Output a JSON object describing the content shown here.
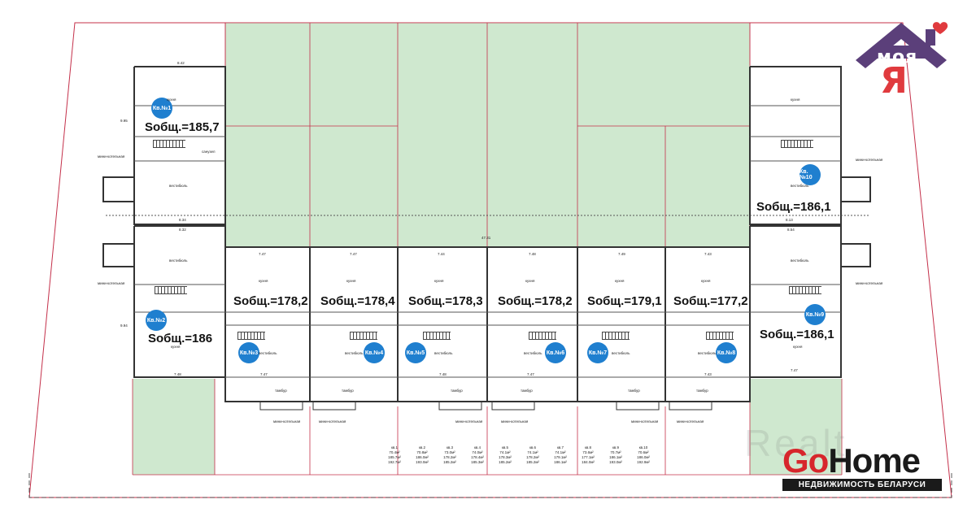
{
  "colors": {
    "lot_line": "#c4304a",
    "green": "#cfe8cf",
    "wall": "#333333",
    "badge": "#1f7fcf",
    "moya_house": "#5b3f7a",
    "moya_red": "#e03a3e",
    "gohome_red": "#d7262c"
  },
  "apartments": [
    {
      "badge": "Кв.№1",
      "area": "Sобщ.=185,7"
    },
    {
      "badge": "Кв.№2",
      "area": "Sобщ.=186"
    },
    {
      "badge": "Кв.№3",
      "area": "Sобщ.=178,2"
    },
    {
      "badge": "Кв.№4",
      "area": "Sобщ.=178,4"
    },
    {
      "badge": "Кв.№5",
      "area": "Sобщ.=178,3"
    },
    {
      "badge": "Кв.№6",
      "area": "Sобщ.=178,2"
    },
    {
      "badge": "Кв.№7",
      "area": "Sобщ.=179,1"
    },
    {
      "badge": "Кв.№8",
      "area": "Sобщ.=177,2"
    },
    {
      "badge": "Кв.№9",
      "area": "Sобщ.=186,1"
    },
    {
      "badge": "Кв.№10",
      "area": "Sобщ.=186,1"
    }
  ],
  "rooms": {
    "kitchen": "кухня",
    "vestibule": "вестибюль",
    "bathroom": "санузел",
    "vestibule_small": "тамбур",
    "boiler": "мини-котельная"
  },
  "dims": [
    "7.47",
    "7.48",
    "7.49",
    "7.46",
    "7.44",
    "7.43",
    "8.42",
    "8.34",
    "8.33",
    "8.32",
    "8.52",
    "8.54",
    "8.13",
    "47.31",
    "9.94",
    "9.95"
  ],
  "summary": [
    {
      "apt": "кв.1",
      "v1": "70.4м²",
      "v2": "185.7м²",
      "v3": "192.7м²"
    },
    {
      "apt": "кв.2",
      "v1": "70.8м²",
      "v2": "186.0м²",
      "v3": "193.0м²"
    },
    {
      "apt": "кв.3",
      "v1": "73.0м²",
      "v2": "178.2м²",
      "v3": "185.2м²"
    },
    {
      "apt": "кв.4",
      "v1": "74.0м²",
      "v2": "178.4м²",
      "v3": "185.3м²"
    },
    {
      "apt": "кв.5",
      "v1": "74.1м²",
      "v2": "178.3м²",
      "v3": "185.2м²"
    },
    {
      "apt": "кв.6",
      "v1": "74.1м²",
      "v2": "178.2м²",
      "v3": "185.2м²"
    },
    {
      "apt": "кв.7",
      "v1": "74.1м²",
      "v2": "179.1м²",
      "v3": "186.1м²"
    },
    {
      "apt": "кв.8",
      "v1": "73.6м²",
      "v2": "177.1м²",
      "v3": "184.0м²"
    },
    {
      "apt": "кв.9",
      "v1": "70.7м²",
      "v2": "186.1м²",
      "v3": "193.0м²"
    },
    {
      "apt": "кв.10",
      "v1": "70.6м²",
      "v2": "186.0м²",
      "v3": "192.9м²"
    }
  ],
  "logos": {
    "moya": "моя",
    "ya": "Я",
    "watermark": "Realt",
    "gohome_go": "Go",
    "gohome_home": "Home",
    "gohome_sub": "НЕДВИЖИМОСТЬ БЕЛАРУСИ"
  }
}
